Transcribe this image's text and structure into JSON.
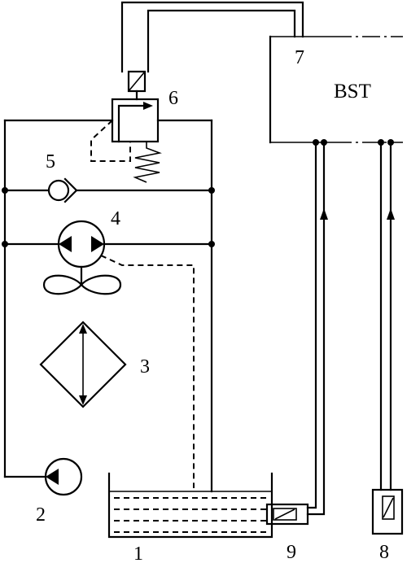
{
  "diagram": {
    "unit_label": "BST",
    "labels": {
      "tank": "1",
      "pump": "2",
      "cooler": "3",
      "fan_motor": "4",
      "check_valve": "5",
      "solenoid_valve": "6",
      "control_unit": "7",
      "sensor_8": "8",
      "sensor_9": "9"
    }
  }
}
